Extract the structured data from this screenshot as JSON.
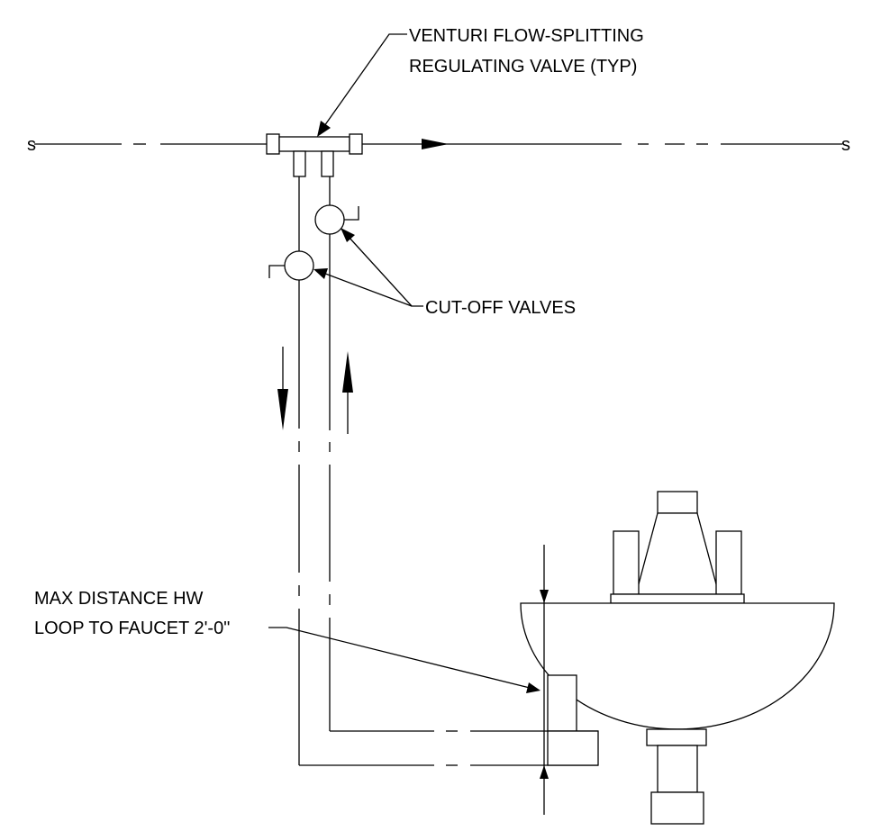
{
  "labels": {
    "valve_line1": "VENTURI FLOW-SPLITTING",
    "valve_line2": "REGULATING VALVE (TYP)",
    "cutoff": "CUT-OFF VALVES",
    "maxdist_line1": "MAX DISTANCE HW",
    "maxdist_line2": "LOOP TO FAUCET 2'-0\""
  },
  "line_markers": {
    "left": "s",
    "right": "s"
  }
}
